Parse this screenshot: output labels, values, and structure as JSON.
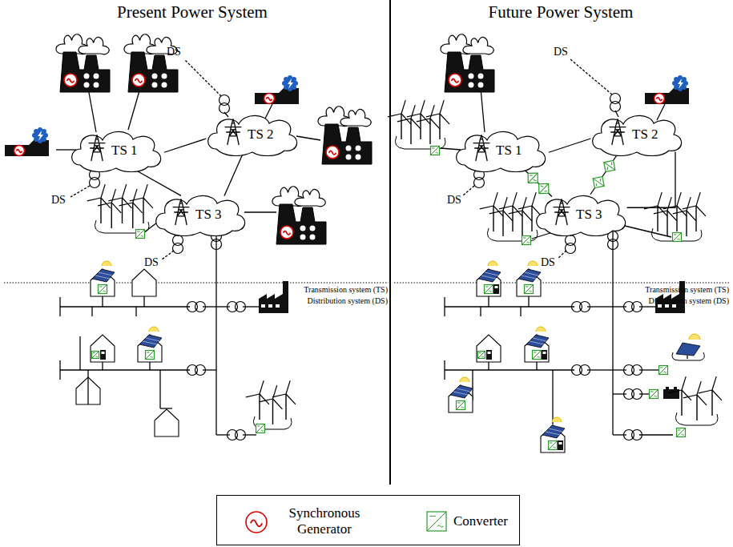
{
  "diagram": {
    "nodes": [
      {
        "text": [
          "TS 1"
        ]
      },
      {
        "text": [
          "TS 2"
        ]
      },
      {
        "text": [
          "TS 3"
        ]
      },
      {
        "text": [
          "TS 1"
        ]
      },
      {
        "text": [
          "TS 2"
        ]
      },
      {
        "text": [
          "TS 3"
        ]
      }
    ],
    "edges": [
      {
        "from": 0,
        "to": 1,
        "arrow": "none"
      },
      {
        "from": 0,
        "to": 2,
        "arrow": "none"
      },
      {
        "from": 1,
        "to": 2,
        "arrow": "none"
      },
      {
        "from": 3,
        "to": 4,
        "arrow": "none"
      },
      {
        "from": 3,
        "to": 5,
        "arrow": "none"
      },
      {
        "from": 4,
        "to": 5,
        "arrow": "none"
      },
      {
        "from": 4,
        "to": 5,
        "arrow": "none"
      }
    ],
    "labels": [
      "Present Power System",
      "Future Power System",
      "DS",
      "DS",
      "DS",
      "DS",
      "DS",
      "DS",
      "Transmission system (TS)",
      "Distribution system (DS)",
      "Transmission system (TS)",
      "Distribution system (DS)"
    ],
    "legend": [
      {
        "text": "Synchronous Generator"
      },
      {
        "text": "Converter"
      }
    ]
  }
}
